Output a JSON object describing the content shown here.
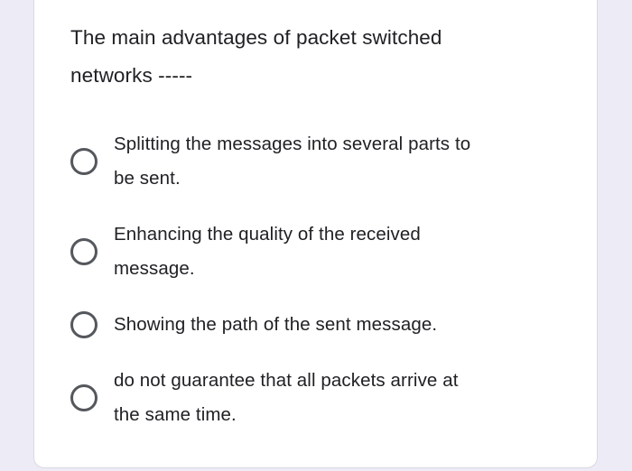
{
  "colors": {
    "page_background": "#EDEBF5",
    "card_background": "#FFFFFF",
    "card_border": "#D8D9E0",
    "text": "#202124",
    "radio_outline": "#54575C"
  },
  "question": {
    "title": "The main advantages of packet switched networks -----",
    "title_lines": {
      "0": "The main advantages of packet switched",
      "1": "networks -----"
    },
    "options": {
      "0": {
        "label": "Splitting the messages into several parts to be sent.",
        "selected": false,
        "lines": {
          "0": "Splitting the messages into several parts to",
          "1": "be sent."
        }
      },
      "1": {
        "label": "Enhancing the quality of the received message.",
        "selected": false,
        "lines": {
          "0": "Enhancing the quality of the received",
          "1": "message."
        }
      },
      "2": {
        "label": "Showing the path of the sent message.",
        "selected": false,
        "lines": {
          "0": "Showing the path of the sent message."
        }
      },
      "3": {
        "label": "do not guarantee that all packets arrive at the same time.",
        "selected": false,
        "lines": {
          "0": "do not guarantee that all packets arrive at",
          "1": "the same time."
        }
      }
    }
  }
}
